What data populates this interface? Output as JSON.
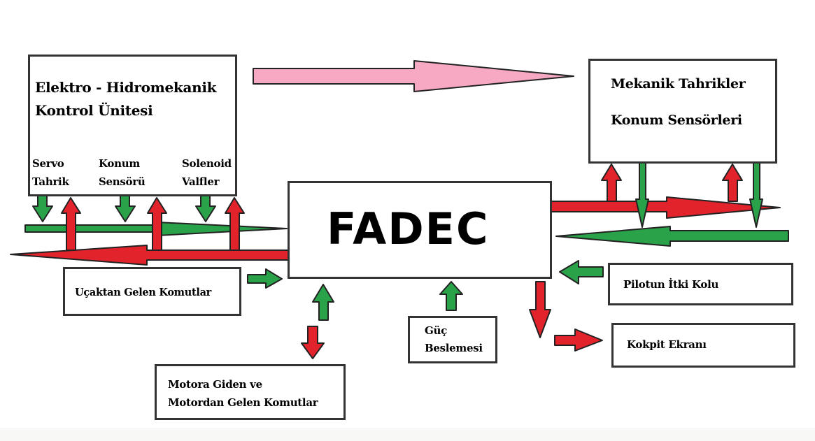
{
  "diagram": {
    "colors": {
      "command_arrow": "#e3232c",
      "feedback_arrow": "#2aa24a",
      "mechanical_arrow": "#f7a9c4",
      "box_border": "#333333"
    },
    "ehcu": {
      "title_line1": "Elektro - Hidromekanik",
      "title_line2": "Kontrol Ünitesi",
      "sub": [
        {
          "line1": "Servo",
          "line2": "Tahrik"
        },
        {
          "line1": "Konum",
          "line2": "Sensörü"
        },
        {
          "line1": "Solenoid",
          "line2": "Valfler"
        }
      ]
    },
    "mechanical": {
      "line1": "Mekanik Tahrikler",
      "line2": "Konum Sensörleri"
    },
    "fadec": {
      "label": "FADEC"
    },
    "aircraft_commands": {
      "label": "Uçaktan Gelen Komutlar"
    },
    "engine_commands": {
      "line1": "Motora Giden ve",
      "line2": "Motordan Gelen Komutlar"
    },
    "power_supply": {
      "line1": "Güç",
      "line2": "Beslemesi"
    },
    "throttle": {
      "label": "Pilotun İtki Kolu"
    },
    "cockpit_display": {
      "label": "Kokpit Ekranı"
    }
  }
}
